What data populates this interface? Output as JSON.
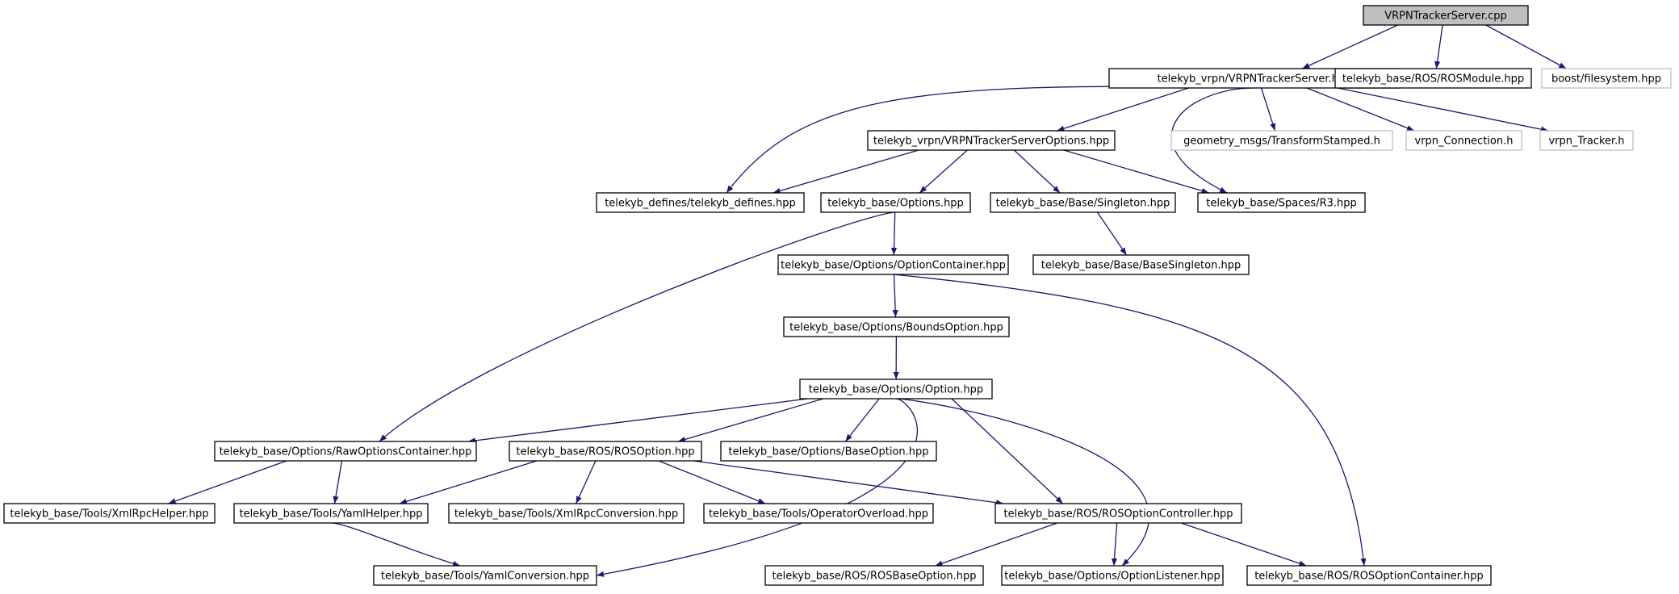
{
  "colors": {
    "edge": "#191970",
    "node_border": "#000000",
    "node_border_external": "#bfbfbf",
    "root_fill": "#bfbfbf",
    "node_fill": "#ffffff",
    "text": "#000000"
  },
  "nodes": [
    {
      "id": "root",
      "label": "VRPNTrackerServer.cpp",
      "style": "root"
    },
    {
      "id": "vrpnserver",
      "label": "telekyb_vrpn/VRPNTrackerServer.hpp",
      "style": "normal"
    },
    {
      "id": "rosmodule",
      "label": "telekyb_base/ROS/ROSModule.hpp",
      "style": "normal"
    },
    {
      "id": "filesystem",
      "label": "boost/filesystem.hpp",
      "style": "external"
    },
    {
      "id": "serveropts",
      "label": "telekyb_vrpn/VRPNTrackerServerOptions.hpp",
      "style": "normal"
    },
    {
      "id": "transform",
      "label": "geometry_msgs/TransformStamped.h",
      "style": "external"
    },
    {
      "id": "vrpnconn",
      "label": "vrpn_Connection.h",
      "style": "external"
    },
    {
      "id": "vrpntracker",
      "label": "vrpn_Tracker.h",
      "style": "external"
    },
    {
      "id": "defines",
      "label": "telekyb_defines/telekyb_defines.hpp",
      "style": "normal"
    },
    {
      "id": "options",
      "label": "telekyb_base/Options.hpp",
      "style": "normal"
    },
    {
      "id": "singleton",
      "label": "telekyb_base/Base/Singleton.hpp",
      "style": "normal"
    },
    {
      "id": "r3",
      "label": "telekyb_base/Spaces/R3.hpp",
      "style": "normal"
    },
    {
      "id": "optcontainer",
      "label": "telekyb_base/Options/OptionContainer.hpp",
      "style": "normal"
    },
    {
      "id": "basesingleton",
      "label": "telekyb_base/Base/BaseSingleton.hpp",
      "style": "normal"
    },
    {
      "id": "boundsopt",
      "label": "telekyb_base/Options/BoundsOption.hpp",
      "style": "normal"
    },
    {
      "id": "option",
      "label": "telekyb_base/Options/Option.hpp",
      "style": "normal"
    },
    {
      "id": "rawopts",
      "label": "telekyb_base/Options/RawOptionsContainer.hpp",
      "style": "normal"
    },
    {
      "id": "rosoption",
      "label": "telekyb_base/ROS/ROSOption.hpp",
      "style": "normal"
    },
    {
      "id": "baseoption",
      "label": "telekyb_base/Options/BaseOption.hpp",
      "style": "normal"
    },
    {
      "id": "xmlrpchelper",
      "label": "telekyb_base/Tools/XmlRpcHelper.hpp",
      "style": "normal"
    },
    {
      "id": "yamlhelper",
      "label": "telekyb_base/Tools/YamlHelper.hpp",
      "style": "normal"
    },
    {
      "id": "xmlrpcconv",
      "label": "telekyb_base/Tools/XmlRpcConversion.hpp",
      "style": "normal"
    },
    {
      "id": "opoverload",
      "label": "telekyb_base/Tools/OperatorOverload.hpp",
      "style": "normal"
    },
    {
      "id": "rosoptctrl",
      "label": "telekyb_base/ROS/ROSOptionController.hpp",
      "style": "normal"
    },
    {
      "id": "yamlconv",
      "label": "telekyb_base/Tools/YamlConversion.hpp",
      "style": "normal"
    },
    {
      "id": "rosbaseopt",
      "label": "telekyb_base/ROS/ROSBaseOption.hpp",
      "style": "normal"
    },
    {
      "id": "optlistener",
      "label": "telekyb_base/Options/OptionListener.hpp",
      "style": "normal"
    },
    {
      "id": "rosoptcontainer",
      "label": "telekyb_base/ROS/ROSOptionContainer.hpp",
      "style": "normal"
    }
  ],
  "edges": [
    {
      "from": "root",
      "to": "vrpnserver"
    },
    {
      "from": "root",
      "to": "rosmodule"
    },
    {
      "from": "root",
      "to": "filesystem"
    },
    {
      "from": "vrpnserver",
      "to": "defines"
    },
    {
      "from": "vrpnserver",
      "to": "serveropts"
    },
    {
      "from": "vrpnserver",
      "to": "r3"
    },
    {
      "from": "vrpnserver",
      "to": "transform"
    },
    {
      "from": "vrpnserver",
      "to": "vrpnconn"
    },
    {
      "from": "vrpnserver",
      "to": "vrpntracker"
    },
    {
      "from": "serveropts",
      "to": "defines"
    },
    {
      "from": "serveropts",
      "to": "options"
    },
    {
      "from": "serveropts",
      "to": "singleton"
    },
    {
      "from": "serveropts",
      "to": "r3"
    },
    {
      "from": "options",
      "to": "optcontainer"
    },
    {
      "from": "options",
      "to": "rawopts"
    },
    {
      "from": "singleton",
      "to": "basesingleton"
    },
    {
      "from": "optcontainer",
      "to": "boundsopt"
    },
    {
      "from": "optcontainer",
      "to": "rosoptcontainer"
    },
    {
      "from": "boundsopt",
      "to": "option"
    },
    {
      "from": "option",
      "to": "rawopts"
    },
    {
      "from": "option",
      "to": "rosoption"
    },
    {
      "from": "option",
      "to": "baseoption"
    },
    {
      "from": "option",
      "to": "yamlconv"
    },
    {
      "from": "option",
      "to": "rosoptctrl"
    },
    {
      "from": "option",
      "to": "optlistener"
    },
    {
      "from": "rawopts",
      "to": "xmlrpchelper"
    },
    {
      "from": "rawopts",
      "to": "yamlhelper"
    },
    {
      "from": "rosoption",
      "to": "yamlhelper"
    },
    {
      "from": "rosoption",
      "to": "xmlrpcconv"
    },
    {
      "from": "rosoption",
      "to": "opoverload"
    },
    {
      "from": "rosoption",
      "to": "rosoptctrl"
    },
    {
      "from": "yamlhelper",
      "to": "yamlconv"
    },
    {
      "from": "rosoptctrl",
      "to": "rosbaseopt"
    },
    {
      "from": "rosoptctrl",
      "to": "optlistener"
    },
    {
      "from": "rosoptctrl",
      "to": "rosoptcontainer"
    }
  ]
}
